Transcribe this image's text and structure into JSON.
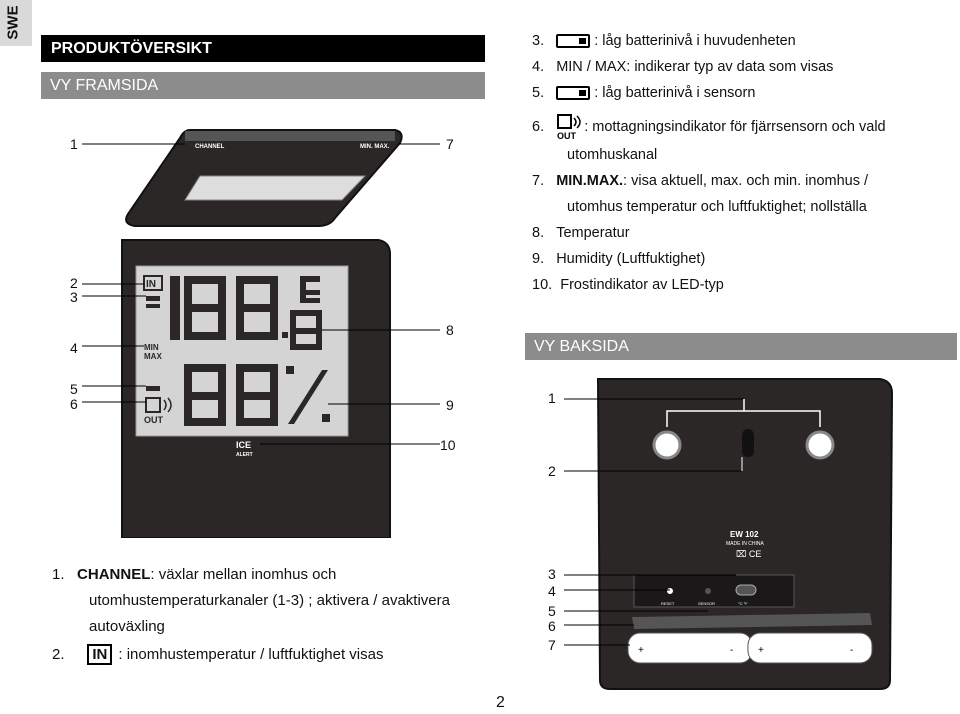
{
  "lang_tab": "SWE",
  "title": "PRODUKTÖVERSIKT",
  "front_header": "VY FRAMSIDA",
  "back_header": "VY BAKSIDA",
  "page_number": "2",
  "front_callouts": [
    "1",
    "7",
    "2",
    "3",
    "8",
    "4",
    "5",
    "6",
    "9",
    "10"
  ],
  "back_callouts": [
    "1",
    "2",
    "3",
    "4",
    "5",
    "6",
    "7"
  ],
  "device_top": {
    "channel": "CHANNEL",
    "minmax": "MIN. MAX."
  },
  "device_front": {
    "in": "IN",
    "min": "MIN",
    "max": "MAX",
    "out": "OUT",
    "ice": "ICE",
    "alert": "ALERT"
  },
  "device_back": {
    "model": "EW 102",
    "made": "MADE IN CHINA",
    "reset": "RESET",
    "sensor": "SENSOR",
    "units": "°C °F",
    "plus": "+",
    "minus": "-"
  },
  "list_right": [
    {
      "n": "3.",
      "text": ": låg batterinivå i huvudenheten"
    },
    {
      "n": "4.",
      "text": "MIN / MAX: indikerar typ av data som visas"
    },
    {
      "n": "5.",
      "text": ": låg batterinivå i sensorn"
    },
    {
      "n": "6.",
      "text": ": mottagningsindikator för fjärrsensorn och vald",
      "cont": "utomhuskanal"
    },
    {
      "n": "7.",
      "bold": "MIN.MAX.",
      "text": ": visa aktuell, max. och min. inomhus /",
      "cont": "utomhus temperatur och luftfuktighet; nollställa"
    },
    {
      "n": "8.",
      "text": "Temperatur"
    },
    {
      "n": "9.",
      "text": "Humidity (Luftfuktighet)"
    },
    {
      "n": "10.",
      "text": "Frostindikator av LED-typ"
    }
  ],
  "list_left": {
    "item1_n": "1.",
    "item1_bold": "CHANNEL",
    "item1_text": ": växlar mellan inomhus och",
    "item1_cont1": "utomhustemperaturkanaler (1-3) ; aktivera / avaktivera",
    "item1_cont2": "autoväxling",
    "item2_n": "2.",
    "item2_icon": "IN",
    "item2_text": ": inomhustemperatur / luftfuktighet visas"
  },
  "out_icon_label": "OUT",
  "colors": {
    "device": "#2a2726",
    "hdr_grey": "#8c8c8c",
    "lcd": "#d4d4d4"
  }
}
